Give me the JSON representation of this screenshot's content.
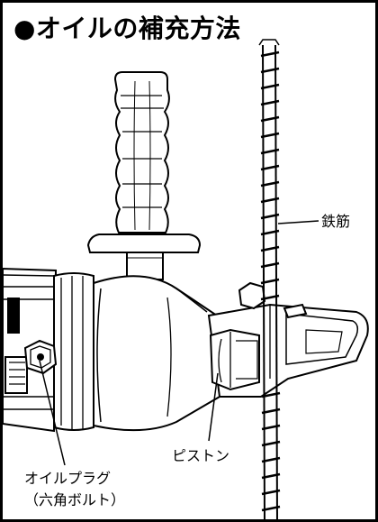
{
  "title": "●オイルの補充方法",
  "labels": {
    "rebar": "鉄筋",
    "piston": "ピストン",
    "oil_plug_line1": "オイルプラグ",
    "oil_plug_line2": "（六角ボルト）"
  }
}
